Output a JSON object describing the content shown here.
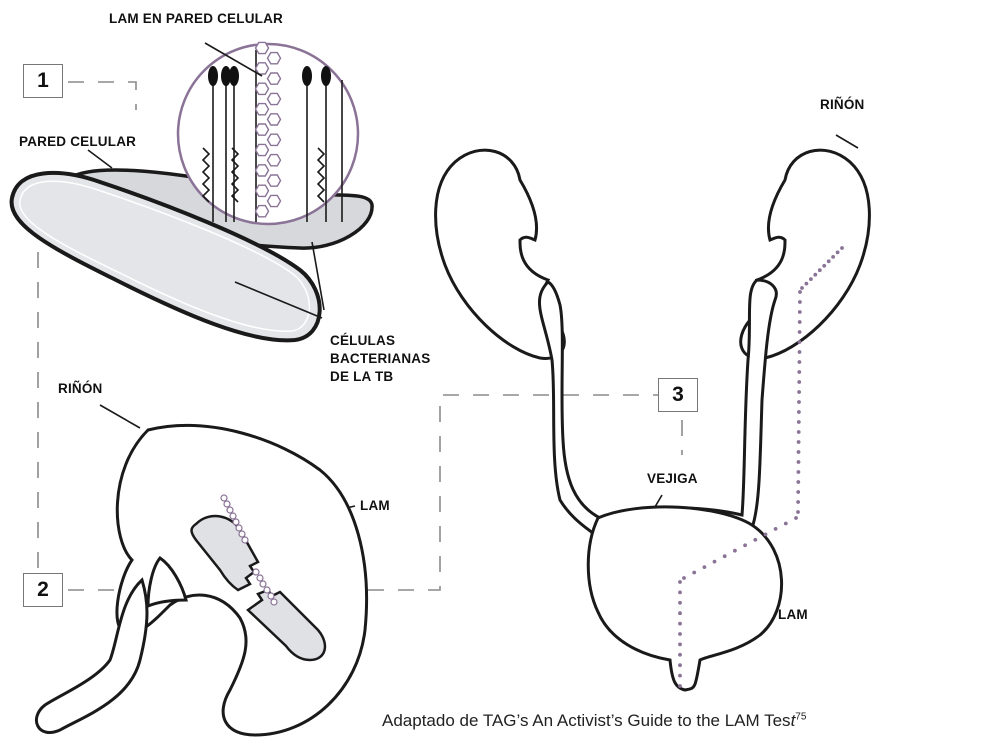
{
  "labels": {
    "lam_cell_wall": "LAM EN PARED CELULAR",
    "cell_wall": "PARED CELULAR",
    "tb_cells_line1": "CÉLULAS",
    "tb_cells_line2": "BACTERIANAS",
    "tb_cells_line3": "DE LA TB",
    "kidney_left": "RIÑÓN",
    "kidney_right": "RIÑÓN",
    "lam_kidney": "LAM",
    "bladder": "VEJIGA",
    "lam_bladder": "LAM"
  },
  "steps": [
    "1",
    "2",
    "3"
  ],
  "caption": {
    "text": "Adaptado de TAG’s An Activist’s Guide to the LAM Tes",
    "italic_char": "t",
    "superscript": "75"
  },
  "colors": {
    "outline": "#1a1a1a",
    "bacteria_fill": "#dfe1e5",
    "lam_purple": "#8a7396",
    "dashed_connector": "#8a8a8a"
  }
}
